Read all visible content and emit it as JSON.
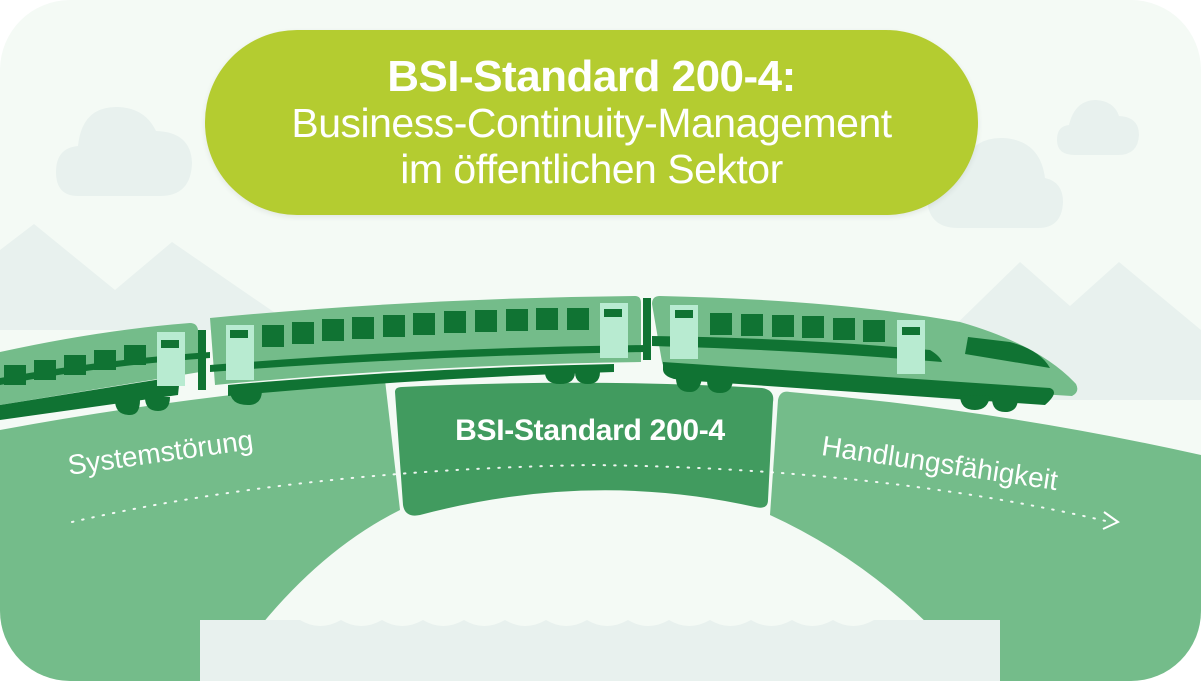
{
  "title": {
    "line1": "BSI-Standard 200-4:",
    "line2": "Business-Continuity-Management",
    "line3": "im öffentlichen Sektor"
  },
  "bridge": {
    "center_label": "BSI-Standard 200-4",
    "left_label": "Systemstörung",
    "right_label": "Handlungsfähigkeit"
  },
  "icons": {
    "train": "high-speed-train",
    "clouds": "cloud",
    "mountains": "mountain",
    "arrow": "chevron-right"
  },
  "colors": {
    "background": "#f4faf5",
    "scenery": "#e8f1ee",
    "title_pill": "#b4cc30",
    "bridge_light": "#74bc8a",
    "bridge_keystone": "#419b5f",
    "train_dark": "#107333",
    "train_light": "#74bc8a",
    "door": "#b8ebd1",
    "text": "#ffffff"
  }
}
